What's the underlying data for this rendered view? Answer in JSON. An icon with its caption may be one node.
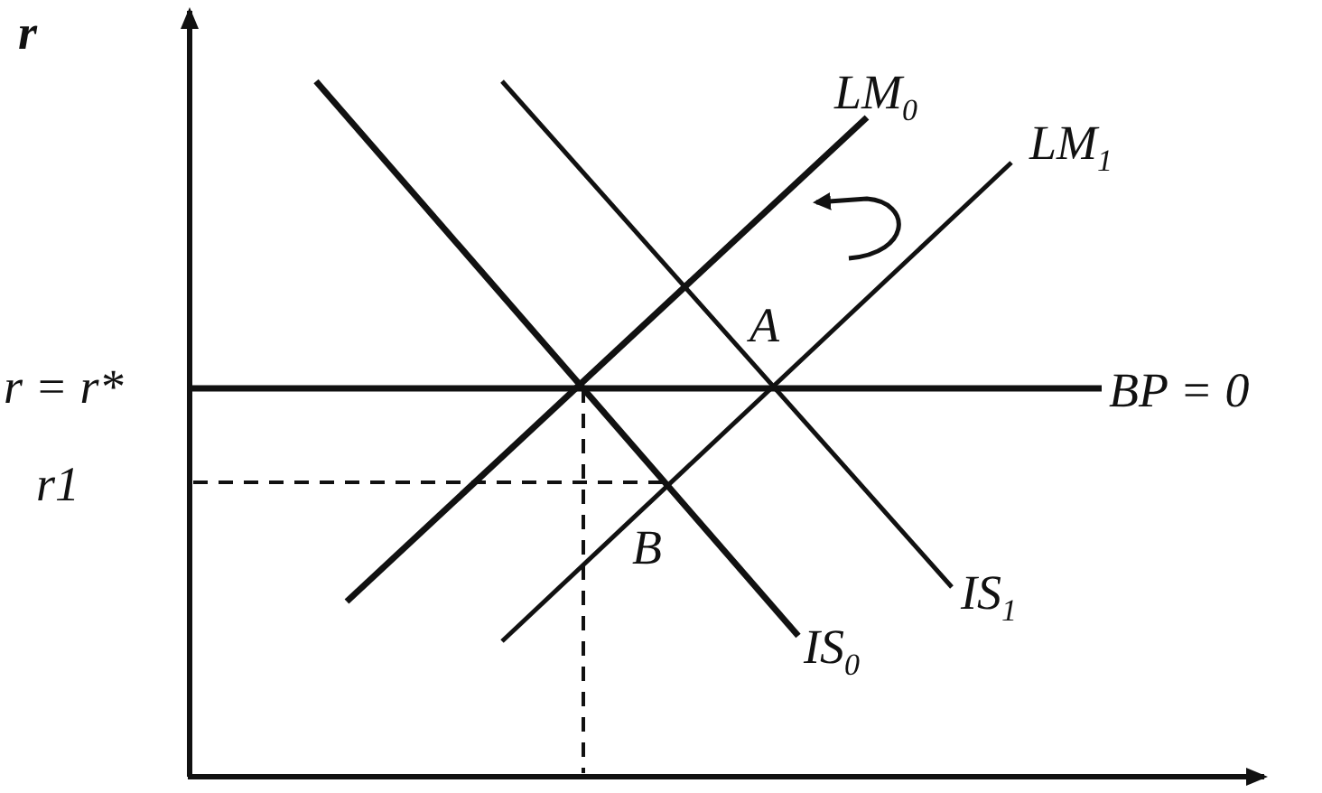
{
  "diagram": {
    "labels": [
      "r",
      "LM$_{0}$",
      "LM$_{1}$",
      "A",
      "r = r*",
      "BP = 0",
      "r1",
      "B",
      "IS$_{1}$",
      "IS$_{0}$"
    ]
  }
}
